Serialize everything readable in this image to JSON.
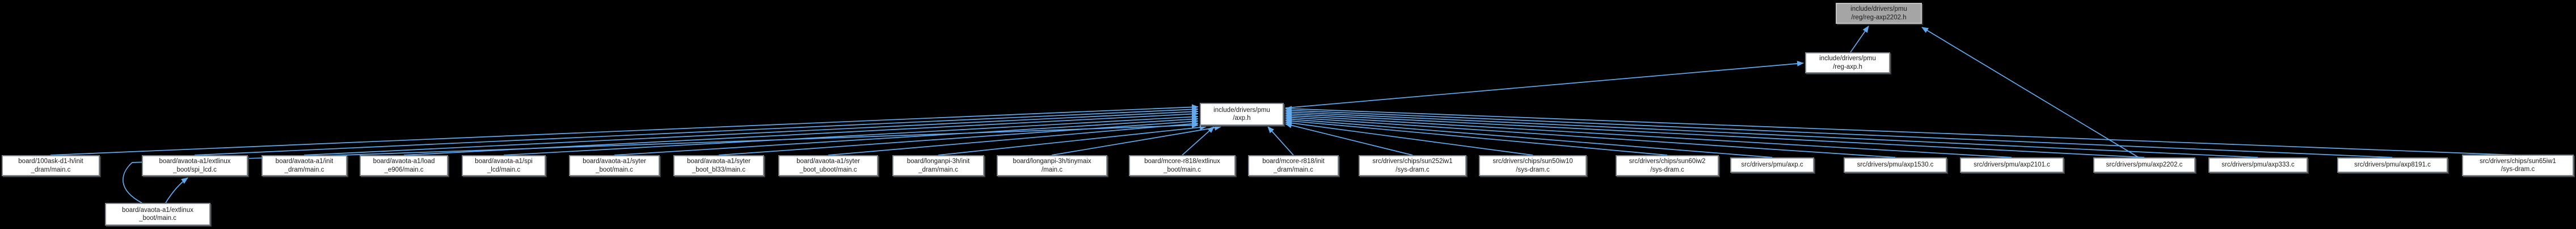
{
  "diagram": {
    "kind": "include-dependency-graph",
    "background_color": "#000000",
    "edge_color": "#61aaee",
    "node_fill": "#ffffff",
    "current_node_fill": "#a5a5a5",
    "nodes": {
      "current": "include/drivers/pmu\n/reg/reg-axp2202.h",
      "reg_axp": "include/drivers/pmu\n/reg-axp.h",
      "axp": "include/drivers/pmu\n/axp.h",
      "extlinux_main": "board/avaota-a1/extlinux\n_boot/main.c",
      "row": [
        "board/100ask-d1-h/init\n_dram/main.c",
        "board/avaota-a1/extlinux\n_boot/spi_lcd.c",
        "board/avaota-a1/init\n_dram/main.c",
        "board/avaota-a1/load\n_e906/main.c",
        "board/avaota-a1/spi\n_lcd/main.c",
        "board/avaota-a1/syter\n_boot/main.c",
        "board/avaota-a1/syter\n_boot_bl33/main.c",
        "board/avaota-a1/syter\n_boot_uboot/main.c",
        "board/longanpi-3h/init\n_dram/main.c",
        "board/longanpi-3h/tinymaix\n/main.c",
        "board/mcore-r818/extlinux\n_boot/main.c",
        "board/mcore-r818/init\n_dram/main.c",
        "src/drivers/chips/sun252iw1\n/sys-dram.c",
        "src/drivers/chips/sun50iw10\n/sys-dram.c",
        "src/drivers/chips/sun60iw2\n/sys-dram.c",
        "src/drivers/pmu/axp.c",
        "src/drivers/pmu/axp1530.c",
        "src/drivers/pmu/axp2101.c",
        "src/drivers/pmu/axp2202.c",
        "src/drivers/pmu/axp333.c",
        "src/drivers/pmu/axp8191.c",
        "src/drivers/chips/sun65iw1\n/sys-dram.c"
      ]
    }
  }
}
